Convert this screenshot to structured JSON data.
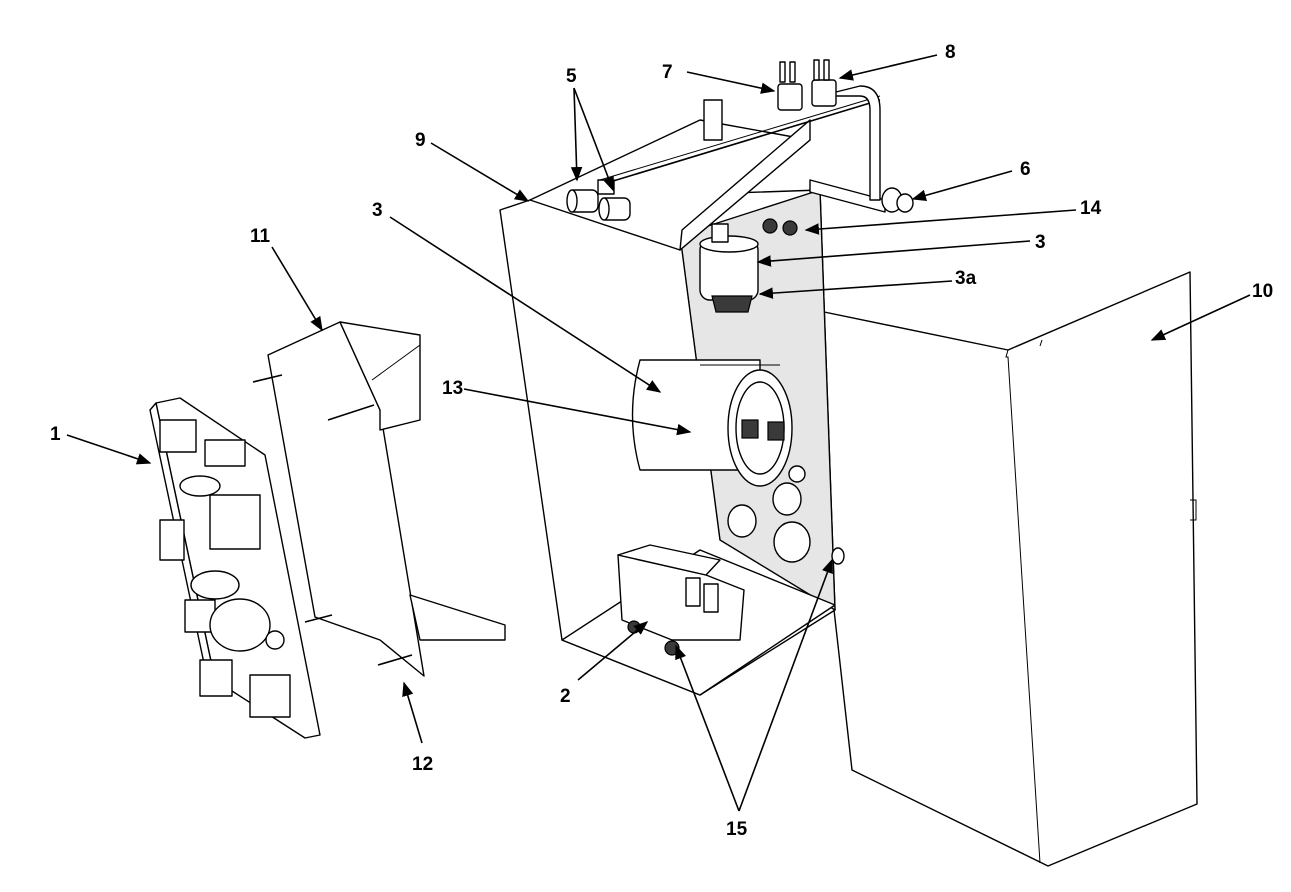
{
  "callouts": {
    "c1": "1",
    "c2": "2",
    "c3_left": "3",
    "c3_right": "3",
    "c3a": "3a",
    "c5": "5",
    "c6": "6",
    "c7": "7",
    "c8": "8",
    "c9": "9",
    "c10": "10",
    "c11": "11",
    "c12": "12",
    "c13": "13",
    "c14": "14",
    "c15": "15"
  },
  "colors": {
    "line": "#000000",
    "background": "#ffffff",
    "shade": "#e6e6e6"
  }
}
